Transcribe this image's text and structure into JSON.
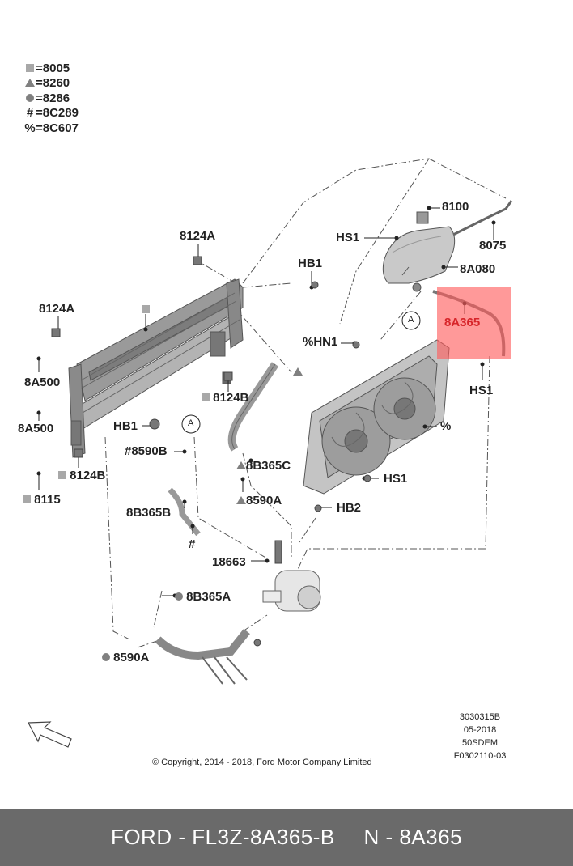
{
  "legend": [
    {
      "symbol": "square-icon",
      "text": "=8005"
    },
    {
      "symbol": "triangle-icon",
      "text": "=8260"
    },
    {
      "symbol": "circle-icon",
      "text": "=8286"
    },
    {
      "symbol": "#",
      "text": "=8C289"
    },
    {
      "symbol": "%",
      "text": "=8C607"
    }
  ],
  "callouts": {
    "c8100": "8100",
    "c8075": "8075",
    "c8A080": "8A080",
    "cHS1_top": "HS1",
    "cHB1_top": "HB1",
    "c8124A_top": "8124A",
    "c8124A_left": "8124A",
    "c8A500_a": "8A500",
    "c8A500_b": "8A500",
    "c8124B_mid": "8124B",
    "cHB1_left": "HB1",
    "c8124B_low": "8124B",
    "c8115": "8115",
    "cHN1": "%HN1",
    "cHS1_right": "HS1",
    "cPct": "%",
    "cHS1_low": "HS1",
    "cHB2": "HB2",
    "c8590B": "#8590B",
    "c8B365C": "8B365C",
    "c8590A_mid": "8590A",
    "c8B365B": "8B365B",
    "cHash": "#",
    "c18663": "18663",
    "c8B365A": "8B365A",
    "c8590A_low": "8590A",
    "circleA1": "A",
    "circleA2": "A"
  },
  "highlight": {
    "label": "8A365",
    "color": "#d7252a"
  },
  "reference": {
    "line1": "3030315B",
    "line2": "05-2018",
    "line3": "50SDEM",
    "line4": "F0302110-03"
  },
  "copyright": "© Copyright, 2014 - 2018, Ford Motor Company Limited",
  "footer": {
    "make": "FORD - FL3Z-8A365-B",
    "part": "N - 8A365"
  },
  "colors": {
    "footer_bg": "#6a6a6a",
    "highlight": "#ff5a5a",
    "part_gray": "#8a8a8a"
  }
}
